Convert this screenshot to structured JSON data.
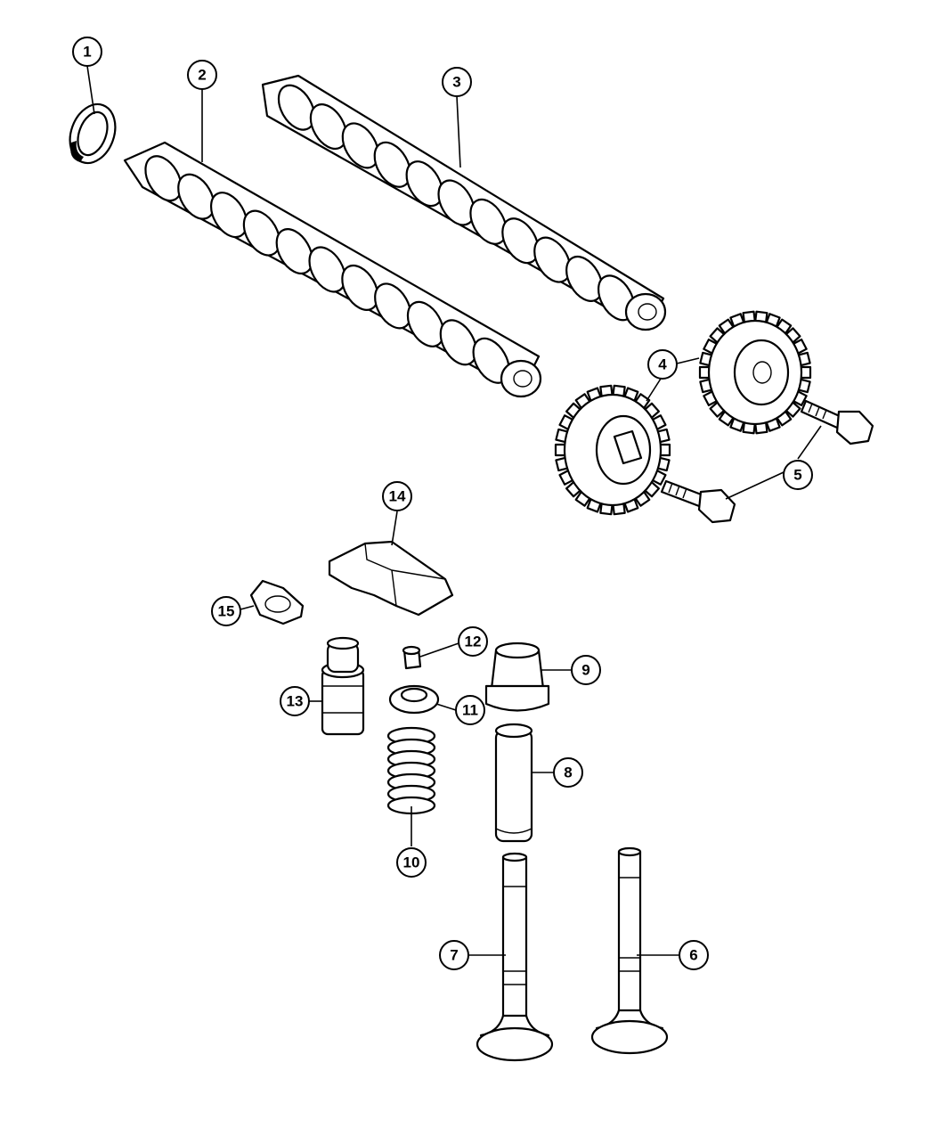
{
  "callouts": [
    {
      "id": "1",
      "label": "1"
    },
    {
      "id": "2",
      "label": "2"
    },
    {
      "id": "3",
      "label": "3"
    },
    {
      "id": "4",
      "label": "4"
    },
    {
      "id": "5",
      "label": "5"
    },
    {
      "id": "6",
      "label": "6"
    },
    {
      "id": "7",
      "label": "7"
    },
    {
      "id": "8",
      "label": "8"
    },
    {
      "id": "9",
      "label": "9"
    },
    {
      "id": "10",
      "label": "10"
    },
    {
      "id": "11",
      "label": "11"
    },
    {
      "id": "12",
      "label": "12"
    },
    {
      "id": "13",
      "label": "13"
    },
    {
      "id": "14",
      "label": "14"
    },
    {
      "id": "15",
      "label": "15"
    }
  ],
  "colors": {
    "line": "#000000",
    "background": "#ffffff"
  }
}
